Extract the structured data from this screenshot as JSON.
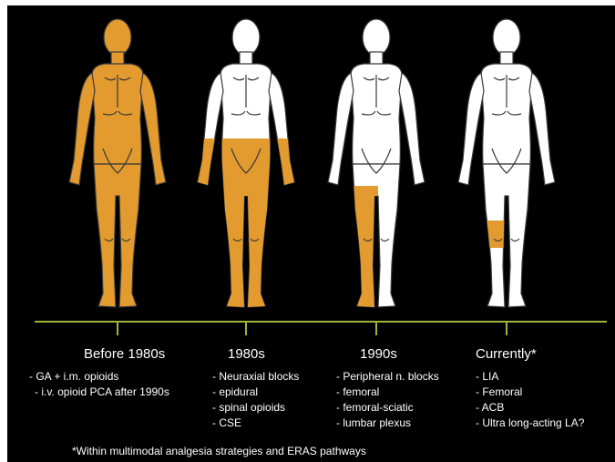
{
  "colors": {
    "background": "#000000",
    "highlight": "#e39a2e",
    "body_fill": "#ffffff",
    "outline": "#3a3a3a",
    "timeline": "#9bb53a"
  },
  "eras": [
    {
      "title": "Before 1980s",
      "region": "full-body",
      "items": [
        "- GA + i.m. opioids",
        "- i.v. opioid PCA after 1990s"
      ]
    },
    {
      "title": "1980s",
      "region": "lower-body",
      "items": [
        "- Neuraxial blocks",
        "- epidural",
        "- spinal opioids",
        "- CSE"
      ]
    },
    {
      "title": "1990s",
      "region": "right-leg",
      "items": [
        "- Peripheral n. blocks",
        "- femoral",
        "- femoral-sciatic",
        "- lumbar plexus"
      ]
    },
    {
      "title": "Currently*",
      "region": "knee",
      "items": [
        "- LIA",
        "- Femoral",
        "- ACB",
        "- Ultra long-acting LA?"
      ]
    }
  ],
  "footnote": "*Within multimodal analgesia strategies and ERAS pathways"
}
